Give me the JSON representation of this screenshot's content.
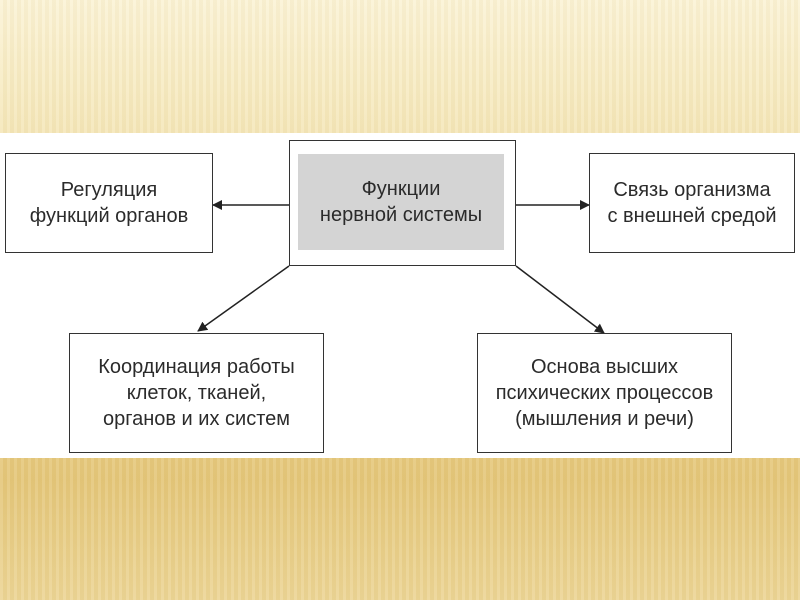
{
  "diagram": {
    "center": "Функции\nнервной системы",
    "left": "Регуляция\nфункций органов",
    "right": "Связь организма\nс внешней средой",
    "bottom_left": "Координация работы\nклеток, тканей,\nорганов и их систем",
    "bottom_right": "Основа высших\nпсихических процессов\n(мышления и речи)"
  },
  "colors": {
    "box_border": "#333333",
    "center_fill": "#d4d4d4",
    "text": "#2b2b2b"
  }
}
